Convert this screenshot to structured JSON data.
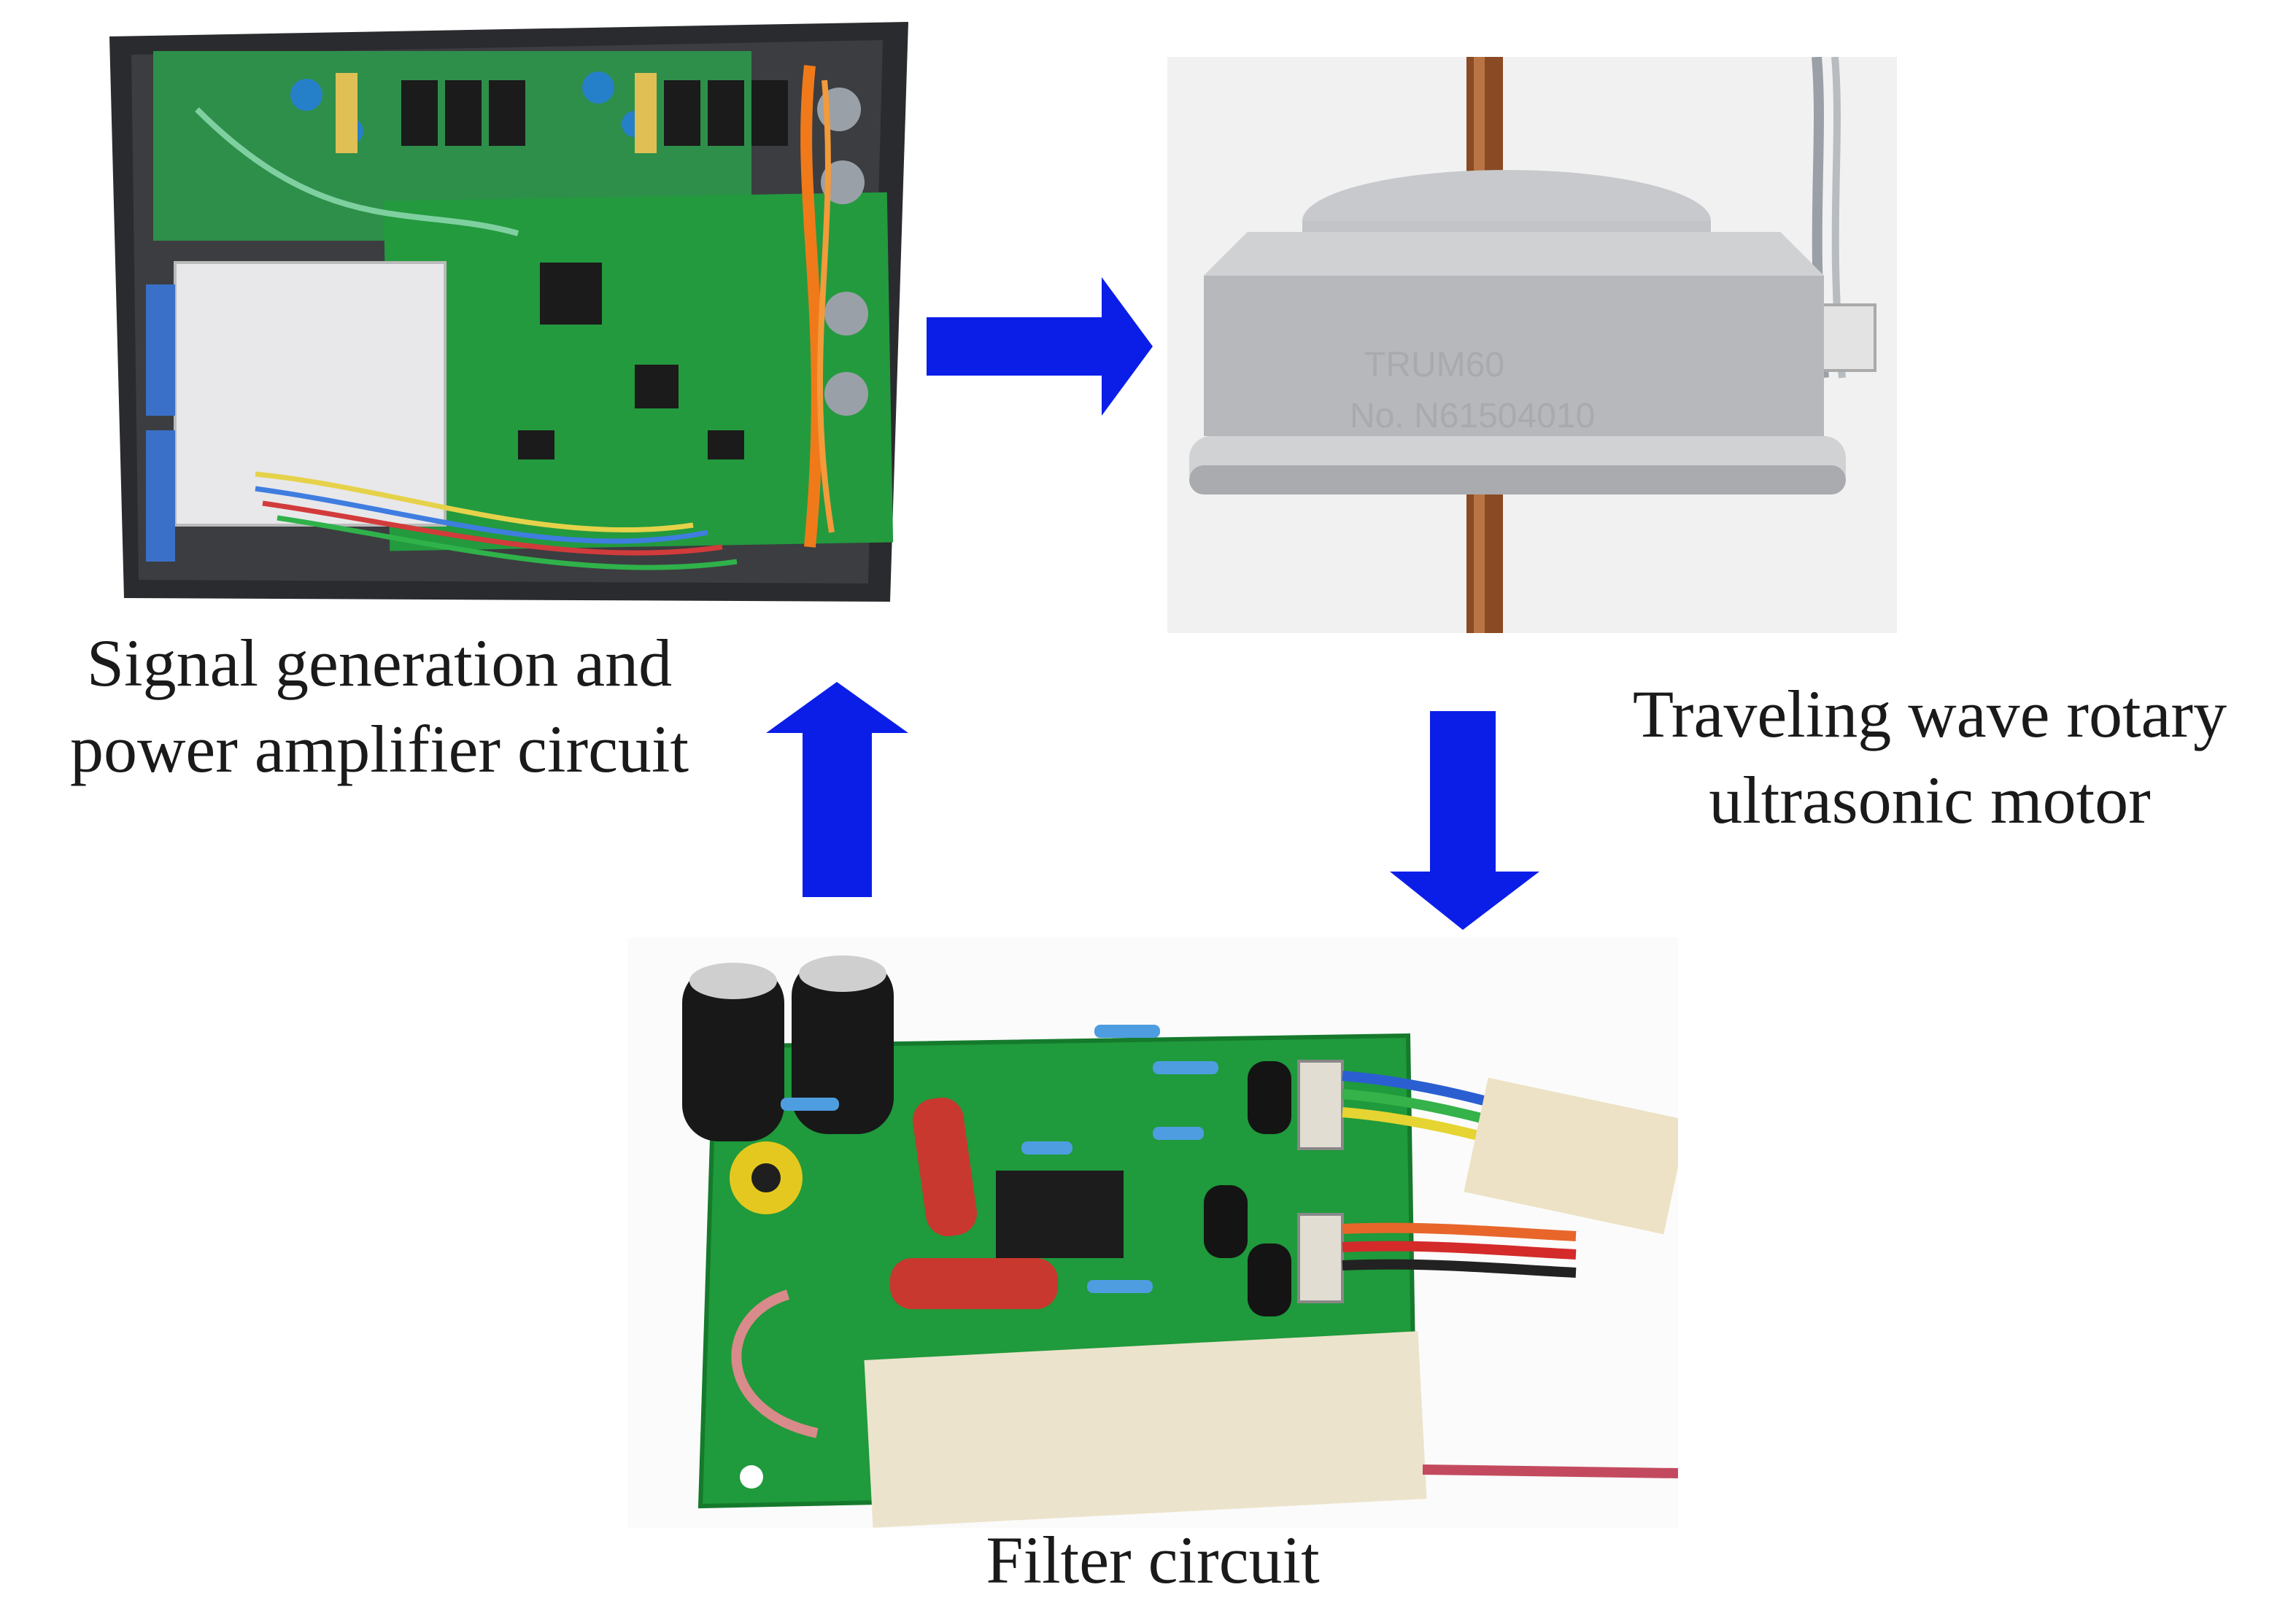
{
  "figure": {
    "captions": {
      "signal_circuit": [
        "Signal generation and",
        "power amplifier circuit"
      ],
      "motor": [
        "Traveling wave rotary",
        "ultrasonic motor"
      ],
      "filter_circuit": [
        "Filter circuit"
      ]
    },
    "motor_label": {
      "model": "TRUM60",
      "serial": "No. N61504010"
    },
    "arrow_color": "#0b1ee8",
    "pcb_color": "#1f9a3c"
  }
}
